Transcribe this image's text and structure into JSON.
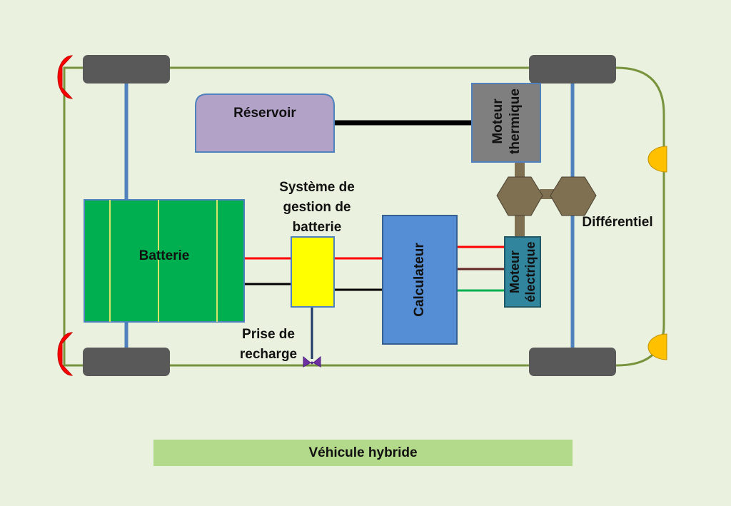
{
  "labels": {
    "reservoir": "Réservoir",
    "moteur_thermique": "Moteur thermique",
    "batterie": "Batterie",
    "systeme_gestion": "Système de gestion de batterie",
    "calculateur": "Calculateur",
    "moteur_electrique": "Moteur électrique",
    "differentiel": "Différentiel",
    "prise_recharge": "Prise de recharge"
  },
  "caption": "Véhicule hybride",
  "colors": {
    "background": "#ebf1df",
    "chassis": "#77933c",
    "axle": "#4f81bd",
    "wheel": "#595959",
    "reservoir": "#b3a2c7",
    "moteur_thermique": "#7f7f7f",
    "batterie": "#00b050",
    "systeme_gestion": "#ffff00",
    "calculateur": "#558ed5",
    "moteur_electrique": "#31859c",
    "gear": "#7f7051",
    "wire_red": "#ff0000",
    "wire_black": "#000000",
    "wire_brown": "#632523",
    "wire_green": "#00b050",
    "tail_light": "#ff0000",
    "head_light": "#ffc000",
    "caption_bar": "#b3d98a"
  }
}
